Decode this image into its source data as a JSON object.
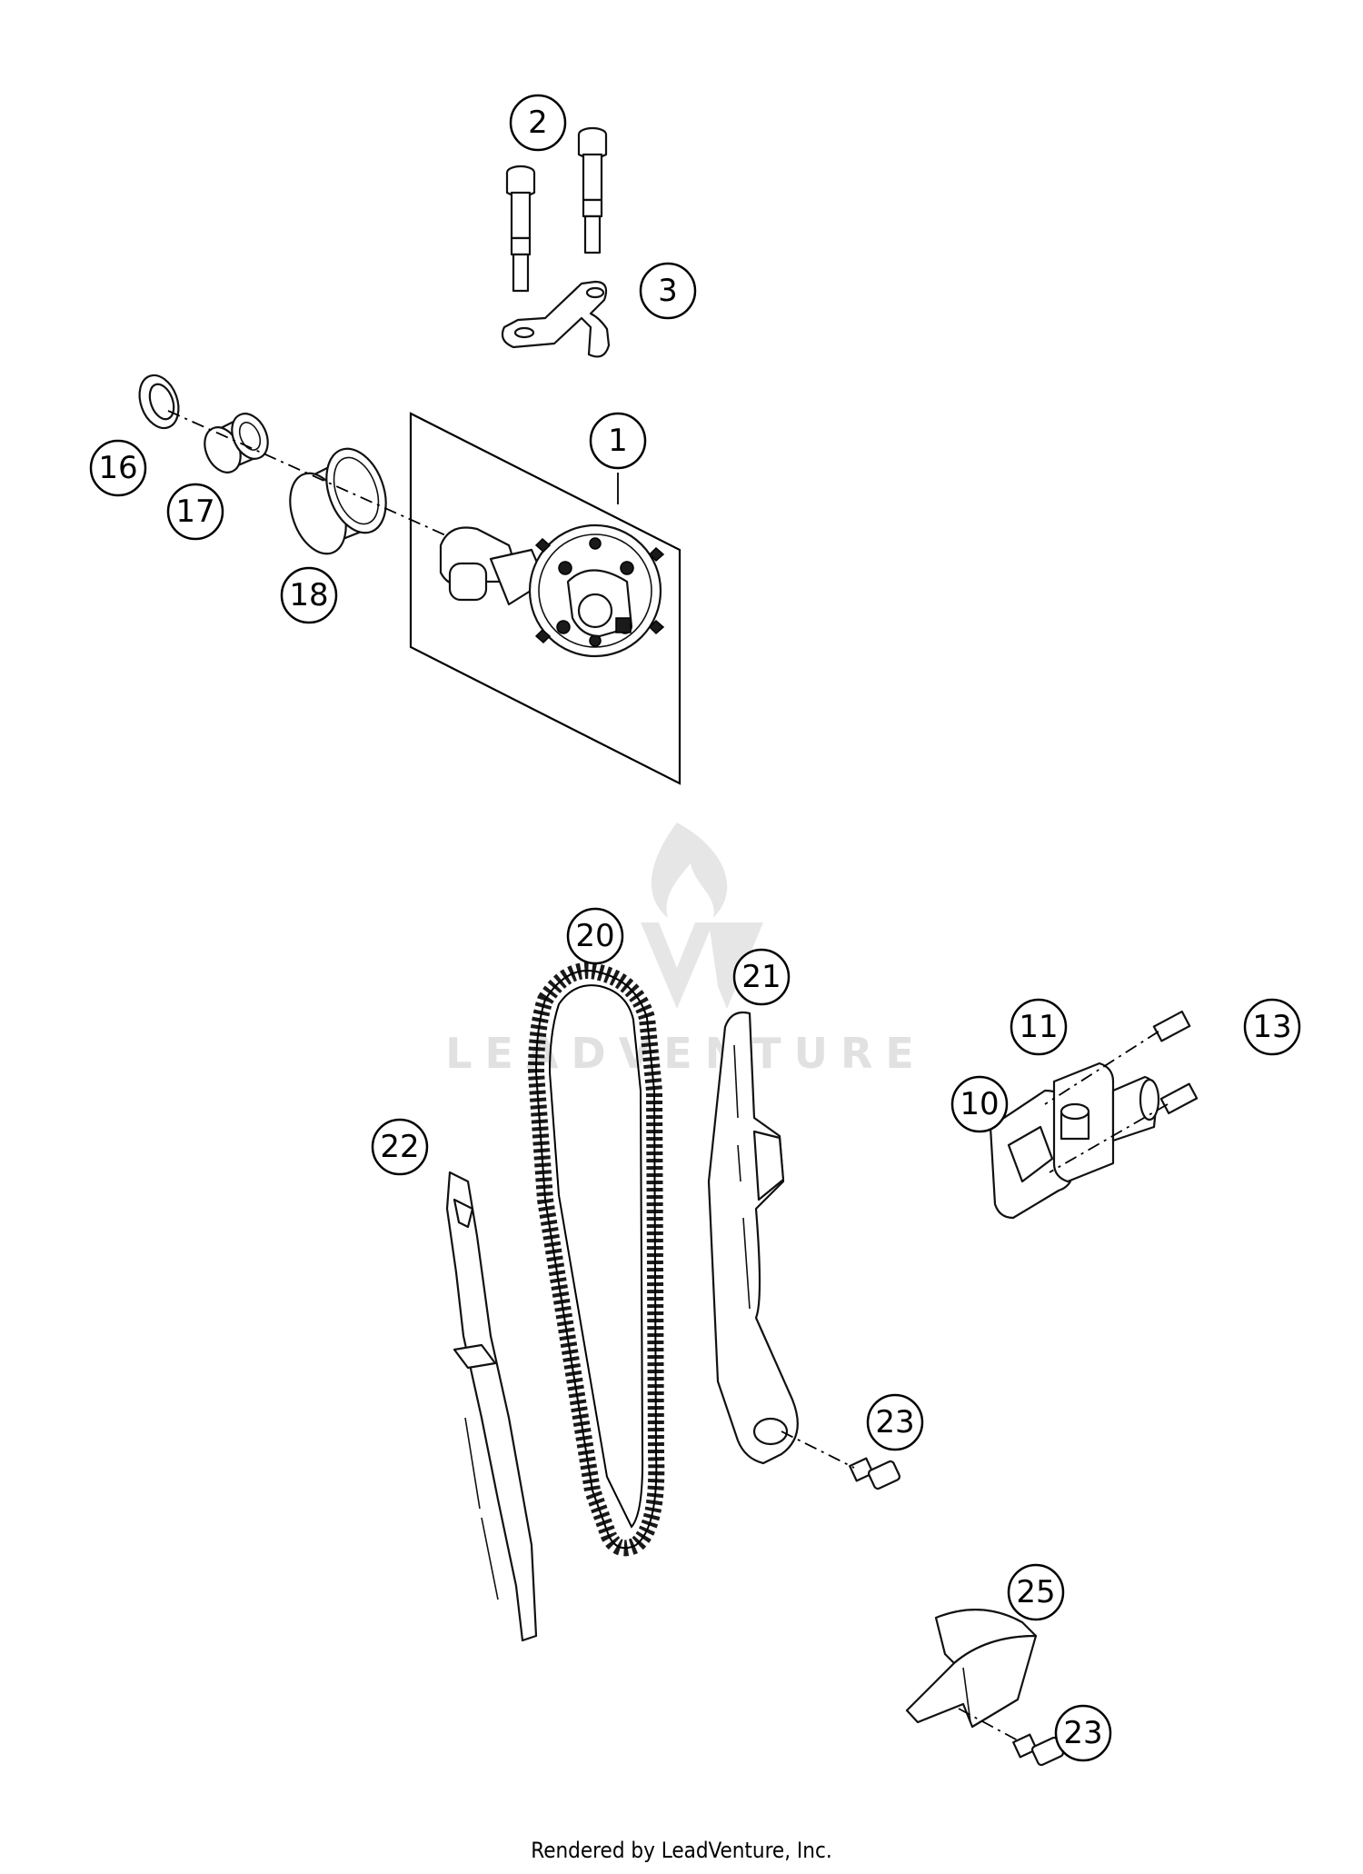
{
  "callouts": [
    "1",
    "2",
    "3",
    "10",
    "11",
    "13",
    "16",
    "17",
    "18",
    "20",
    "21",
    "22",
    "23",
    "23",
    "25"
  ],
  "watermark": "LEADVENTURE",
  "footer": "Rendered by LeadVenture, Inc."
}
